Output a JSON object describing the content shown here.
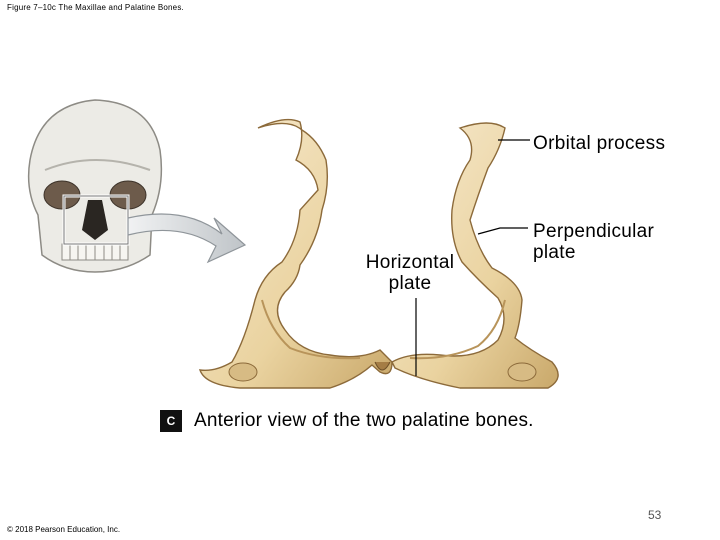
{
  "figure_title": "Figure 7–10c The Maxillae and Palatine Bones.",
  "labels": {
    "orbital_process": "Orbital process",
    "perpendicular_plate_line1": "Perpendicular",
    "perpendicular_plate_line2": "plate",
    "horizontal_plate_line1": "Horizontal",
    "horizontal_plate_line2": "plate"
  },
  "caption": {
    "letter": "C",
    "text": "Anterior view of the two palatine bones."
  },
  "page_number": "53",
  "copyright": "© 2018 Pearson Education, Inc.",
  "colors": {
    "bone": "#efdcae",
    "bone_shadow": "#c6a56a",
    "bone_dark": "#8c6a3a",
    "skull": "#ecebe6",
    "skull_shadow": "#a9a7a0",
    "arrow": "#cfd3d6"
  }
}
